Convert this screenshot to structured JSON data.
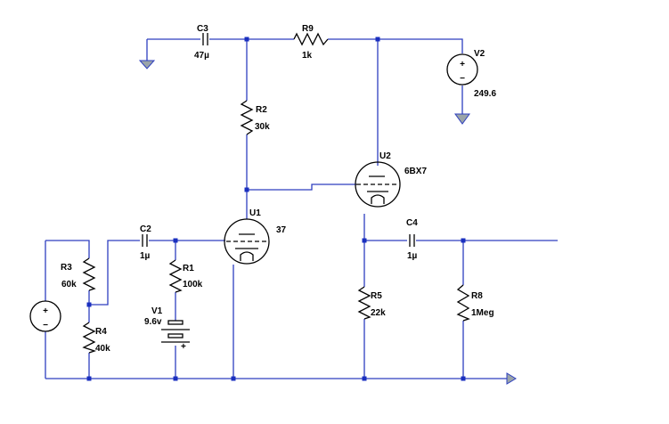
{
  "schematic": {
    "components": {
      "C3": {
        "ref": "C3",
        "value": "47µ"
      },
      "R9": {
        "ref": "R9",
        "value": "1k"
      },
      "V2": {
        "ref": "V2",
        "value": "249.6"
      },
      "R2": {
        "ref": "R2",
        "value": "30k"
      },
      "U2": {
        "ref": "U2",
        "value": "6BX7"
      },
      "U1": {
        "ref": "U1",
        "value": "37"
      },
      "C2": {
        "ref": "C2",
        "value": "1µ"
      },
      "C4": {
        "ref": "C4",
        "value": "1µ"
      },
      "R3": {
        "ref": "R3",
        "value": "60k"
      },
      "R1": {
        "ref": "R1",
        "value": "100k"
      },
      "V1": {
        "ref": "V1",
        "value": "9.6v"
      },
      "R4": {
        "ref": "R4",
        "value": "40k"
      },
      "R5": {
        "ref": "R5",
        "value": "22k"
      },
      "R8": {
        "ref": "R8",
        "value": "1Meg"
      }
    },
    "polarity": {
      "plus": "+",
      "minus": "−"
    },
    "colors": {
      "wire": "#2e3fbf",
      "symbol": "#000000",
      "ground_fill": "#9aa4a8",
      "junction": "#1a2fbf"
    }
  }
}
